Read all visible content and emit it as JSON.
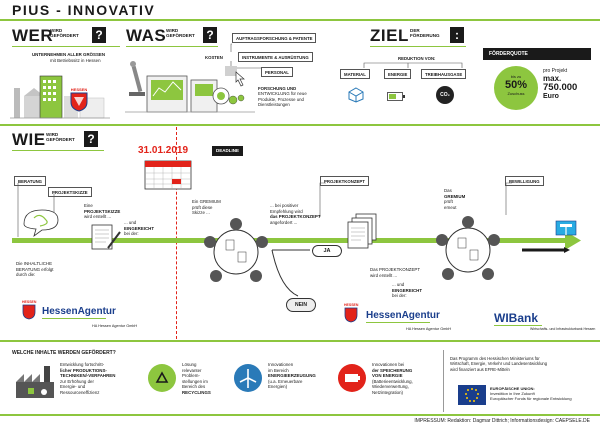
{
  "title": "PIUS - INNOVATIV",
  "wer": {
    "word": "WER",
    "sup": [
      "WIRD",
      "GEFÖRDERT"
    ],
    "qmark": "?",
    "desc": [
      "UNTERNEHMEN ALLER GRÖSSEN",
      "mit Betriebssitz in Hessen"
    ],
    "hessen_label": "HESSEN"
  },
  "was": {
    "word": "WAS",
    "sup": [
      "WIRD",
      "GEFÖRDERT"
    ],
    "qmark": "?",
    "auftrag": "AUFTRAGSFORSCHUNG & PATENTE",
    "kosten": "KOSTEN",
    "instrumente": "INSTRUMENTE & AUSRÜSTUNG",
    "personal": "PERSONAL",
    "forschung": [
      "FORSCHUNG UND",
      "ENTWICKLUNG für neue",
      "Produkte, Prozesse und",
      "Dienstleistungen"
    ]
  },
  "ziel": {
    "word": "ZIEL",
    "sup": [
      "DER",
      "FÖRDERUNG"
    ],
    "colon": ":",
    "reduktion": "REDUKTION VON:",
    "items": [
      "MATERIAL",
      "ENERGIE",
      "TREIBHAUSGASE"
    ],
    "co2": "CO₂"
  },
  "foerderquote": {
    "label": "FÖRDERQUOTE",
    "bis_zu": "bis zu",
    "percent": "50%",
    "zuschuss": "Zuschuss",
    "pro_projekt": "pro Projekt",
    "max": "max.",
    "amount": "750.000",
    "currency": "Euro"
  },
  "wie": {
    "word": "WIE",
    "sup": [
      "WIRD",
      "GEFÖRDERT"
    ],
    "qmark": "?"
  },
  "deadline": {
    "date": "31.01.2019",
    "label": "DEADLINE"
  },
  "process": {
    "beratung": "BERATUNG",
    "beratung_text": [
      "Die INHALTLICHE",
      "BERATUNG erfolgt",
      "durch die:"
    ],
    "projektskizze": "PROJEKTSKIZZE",
    "skizze_text1": [
      "Eine",
      "PROJEKTSKIZZE",
      "wird erstellt ..."
    ],
    "skizze_text2": [
      "... und",
      "EINGEREICHT",
      "bei der:"
    ],
    "gremium_text": [
      "Ein GREMIUM",
      "prüft diese",
      "Skizze ..."
    ],
    "empfehlung_text": [
      "... bei positiver",
      "Empfehlung wird",
      "das PROJEKTKONZEPT",
      "angefordert ..."
    ],
    "ja": "JA",
    "nein": "NEIN",
    "projektkonzept": "PROJEKTKONZEPT",
    "konzept_text1": [
      "Das PROJEKTKONZEPT",
      "wird erstellt ..."
    ],
    "konzept_text2": [
      "... und",
      "EINGEREICHT",
      "bei der:"
    ],
    "gremium2_text": [
      "Das",
      "GREMIUM",
      "prüft",
      "erneut"
    ],
    "bewilligung": "BEWILLIGUNG"
  },
  "orgs": {
    "hessen_agentur": "HessenAgentur",
    "hessen_agentur_sub": "HA Hessen Agentur GmbH",
    "wibank": "WIBank",
    "wibank_sub": "Wirtschafts- und Infrastrukturbank Hessen",
    "hessen_small": "HESSEN"
  },
  "welche": {
    "heading": "WELCHE INHALTE WERDEN GEFÖRDERT?",
    "items": [
      {
        "icon": "factory-icon",
        "text": [
          "Entwicklung fortschritt-",
          "licher PRODUKTIONS-",
          "TECHNIKEN/-VERFAHREN",
          "zur Erhöhung der",
          "Energie- und",
          "Ressourceneffizienz"
        ]
      },
      {
        "icon": "recycling-icon",
        "text": [
          "Lösung",
          "relevanter",
          "Problem-",
          "stellungen im",
          "Bereich des",
          "RECYCLINGS"
        ]
      },
      {
        "icon": "wind-turbine-icon",
        "text": [
          "Innovationen",
          "im Bereich",
          "ENERGIEERZEUGUNG",
          "(u.a. Erneuerbare",
          "Energien)"
        ]
      },
      {
        "icon": "battery-icon",
        "text": [
          "Innovationen bei",
          "der SPEICHERUNG",
          "VON ENERGIE",
          "(Batterieentwicklung,",
          "Wiederverwertung,",
          "Netzintegration)"
        ]
      }
    ],
    "funding_text": [
      "Das Programm des Hessischen Ministeriums für",
      "Wirtschaft, Energie, Verkehr und Landesentwicklung",
      "wird finanziert aus EFRE-Mitteln"
    ],
    "eu_title": "EUROPÄISCHE UNION:",
    "eu_line1": "Investition in Ihre Zukunft",
    "eu_line2": "Europäischer Fonds für regionale Entwicklung"
  },
  "impressum": "IMPRESSUM: Redaktion: Dagmar Dittrich; Informationsdesign: CAEPSELE.DE",
  "colors": {
    "green": "#8dc63f",
    "red": "#e2231a",
    "blue": "#2a7ab8"
  }
}
